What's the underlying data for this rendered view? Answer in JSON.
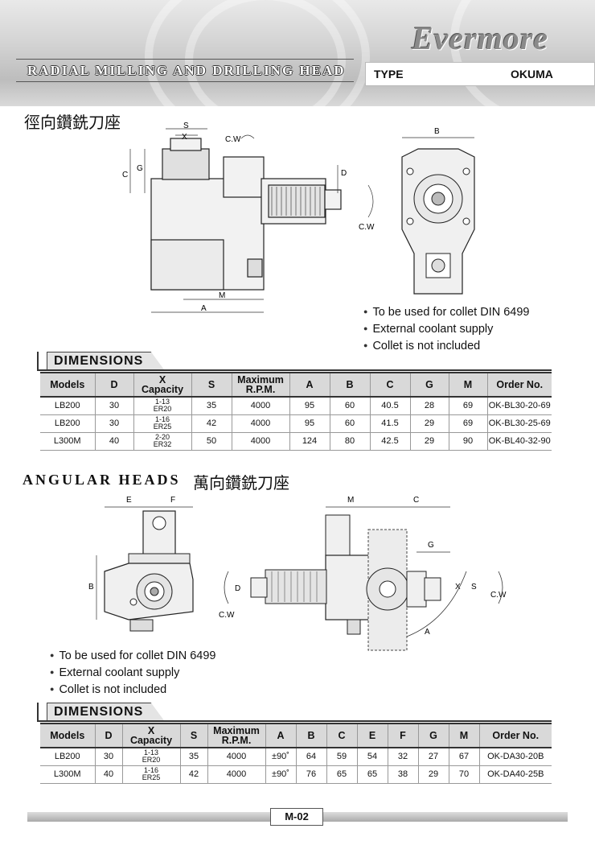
{
  "brand": "Evermore",
  "header": {
    "title": "RADIAL MILLING AND DRILLING HEAD",
    "type_label": "TYPE",
    "type_value": "OKUMA"
  },
  "radial": {
    "title_cn": "徑向鑽銑刀座",
    "drawing_labels": [
      "S",
      "X",
      "C.W",
      "C",
      "G",
      "D",
      "C.W",
      "M",
      "A",
      "B"
    ],
    "notes": [
      "To be used for collet DIN 6499",
      "External coolant supply",
      "Collet is not included"
    ],
    "dimensions_title": "DIMENSIONS",
    "headers": [
      "Models",
      "D",
      "X Capacity",
      "S",
      "Maximum R.P.M.",
      "A",
      "B",
      "C",
      "G",
      "M",
      "Order No."
    ],
    "rows": [
      {
        "model": "LB200",
        "d": "30",
        "x1": "1-13",
        "x2": "ER20",
        "s": "35",
        "rpm": "4000",
        "a": "95",
        "b": "60",
        "c": "40.5",
        "g": "28",
        "m": "69",
        "order": "OK-BL30-20-69"
      },
      {
        "model": "LB200",
        "d": "30",
        "x1": "1-16",
        "x2": "ER25",
        "s": "42",
        "rpm": "4000",
        "a": "95",
        "b": "60",
        "c": "41.5",
        "g": "29",
        "m": "69",
        "order": "OK-BL30-25-69"
      },
      {
        "model": "L300M",
        "d": "40",
        "x1": "2-20",
        "x2": "ER32",
        "s": "50",
        "rpm": "4000",
        "a": "124",
        "b": "80",
        "c": "42.5",
        "g": "29",
        "m": "90",
        "order": "OK-BL40-32-90"
      }
    ]
  },
  "angular": {
    "title_en": "ANGULAR HEADS",
    "title_cn": "萬向鑽銑刀座",
    "drawing_labels": [
      "E",
      "F",
      "B",
      "M",
      "C",
      "G",
      "D",
      "X",
      "S",
      "C.W",
      "C.W",
      "A"
    ],
    "notes": [
      "To be used for collet DIN 6499",
      "External coolant supply",
      "Collet is not included"
    ],
    "dimensions_title": "DIMENSIONS",
    "headers": [
      "Models",
      "D",
      "X Capacity",
      "S",
      "Maximum R.P.M.",
      "A",
      "B",
      "C",
      "E",
      "F",
      "G",
      "M",
      "Order No."
    ],
    "rows": [
      {
        "model": "LB200",
        "d": "30",
        "x1": "1-13",
        "x2": "ER20",
        "s": "35",
        "rpm": "4000",
        "a": "±90˚",
        "b": "64",
        "c": "59",
        "e": "54",
        "f": "32",
        "g": "27",
        "m": "67",
        "order": "OK-DA30-20B"
      },
      {
        "model": "L300M",
        "d": "40",
        "x1": "1-16",
        "x2": "ER25",
        "s": "42",
        "rpm": "4000",
        "a": "±90˚",
        "b": "76",
        "c": "65",
        "e": "65",
        "f": "38",
        "g": "29",
        "m": "70",
        "order": "OK-DA40-25B"
      }
    ]
  },
  "footer": {
    "page": "M-02"
  }
}
